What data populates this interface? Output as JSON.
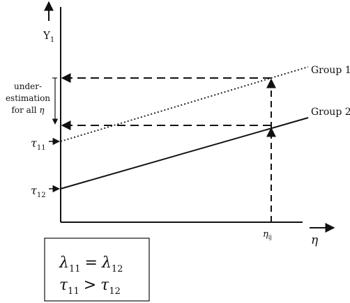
{
  "axes": {
    "y_label_main": "Y",
    "y_label_sub": "1",
    "x_label": "η",
    "eta_tick_main": "η",
    "eta_tick_sub": "ij"
  },
  "intercepts": {
    "tau11_main": "τ",
    "tau11_sub": "11",
    "tau12_main": "τ",
    "tau12_sub": "12"
  },
  "lines": {
    "group1_label": "Group 1",
    "group1_style": "dotted",
    "group2_label": "Group 2",
    "group2_style": "solid"
  },
  "bracket": {
    "line1": "under-",
    "line2": "estimation",
    "line3_prefix": "for all ",
    "line3_eta": "η"
  },
  "equations": {
    "eq1_lhs_main": "λ",
    "eq1_lhs_sub": "11",
    "eq1_op": "=",
    "eq1_rhs_main": "λ",
    "eq1_rhs_sub": "12",
    "eq2_lhs_main": "τ",
    "eq2_lhs_sub": "11",
    "eq2_op": ">",
    "eq2_rhs_main": "τ",
    "eq2_rhs_sub": "12"
  },
  "colors": {
    "ink": "#111111",
    "background": "#ffffff"
  }
}
